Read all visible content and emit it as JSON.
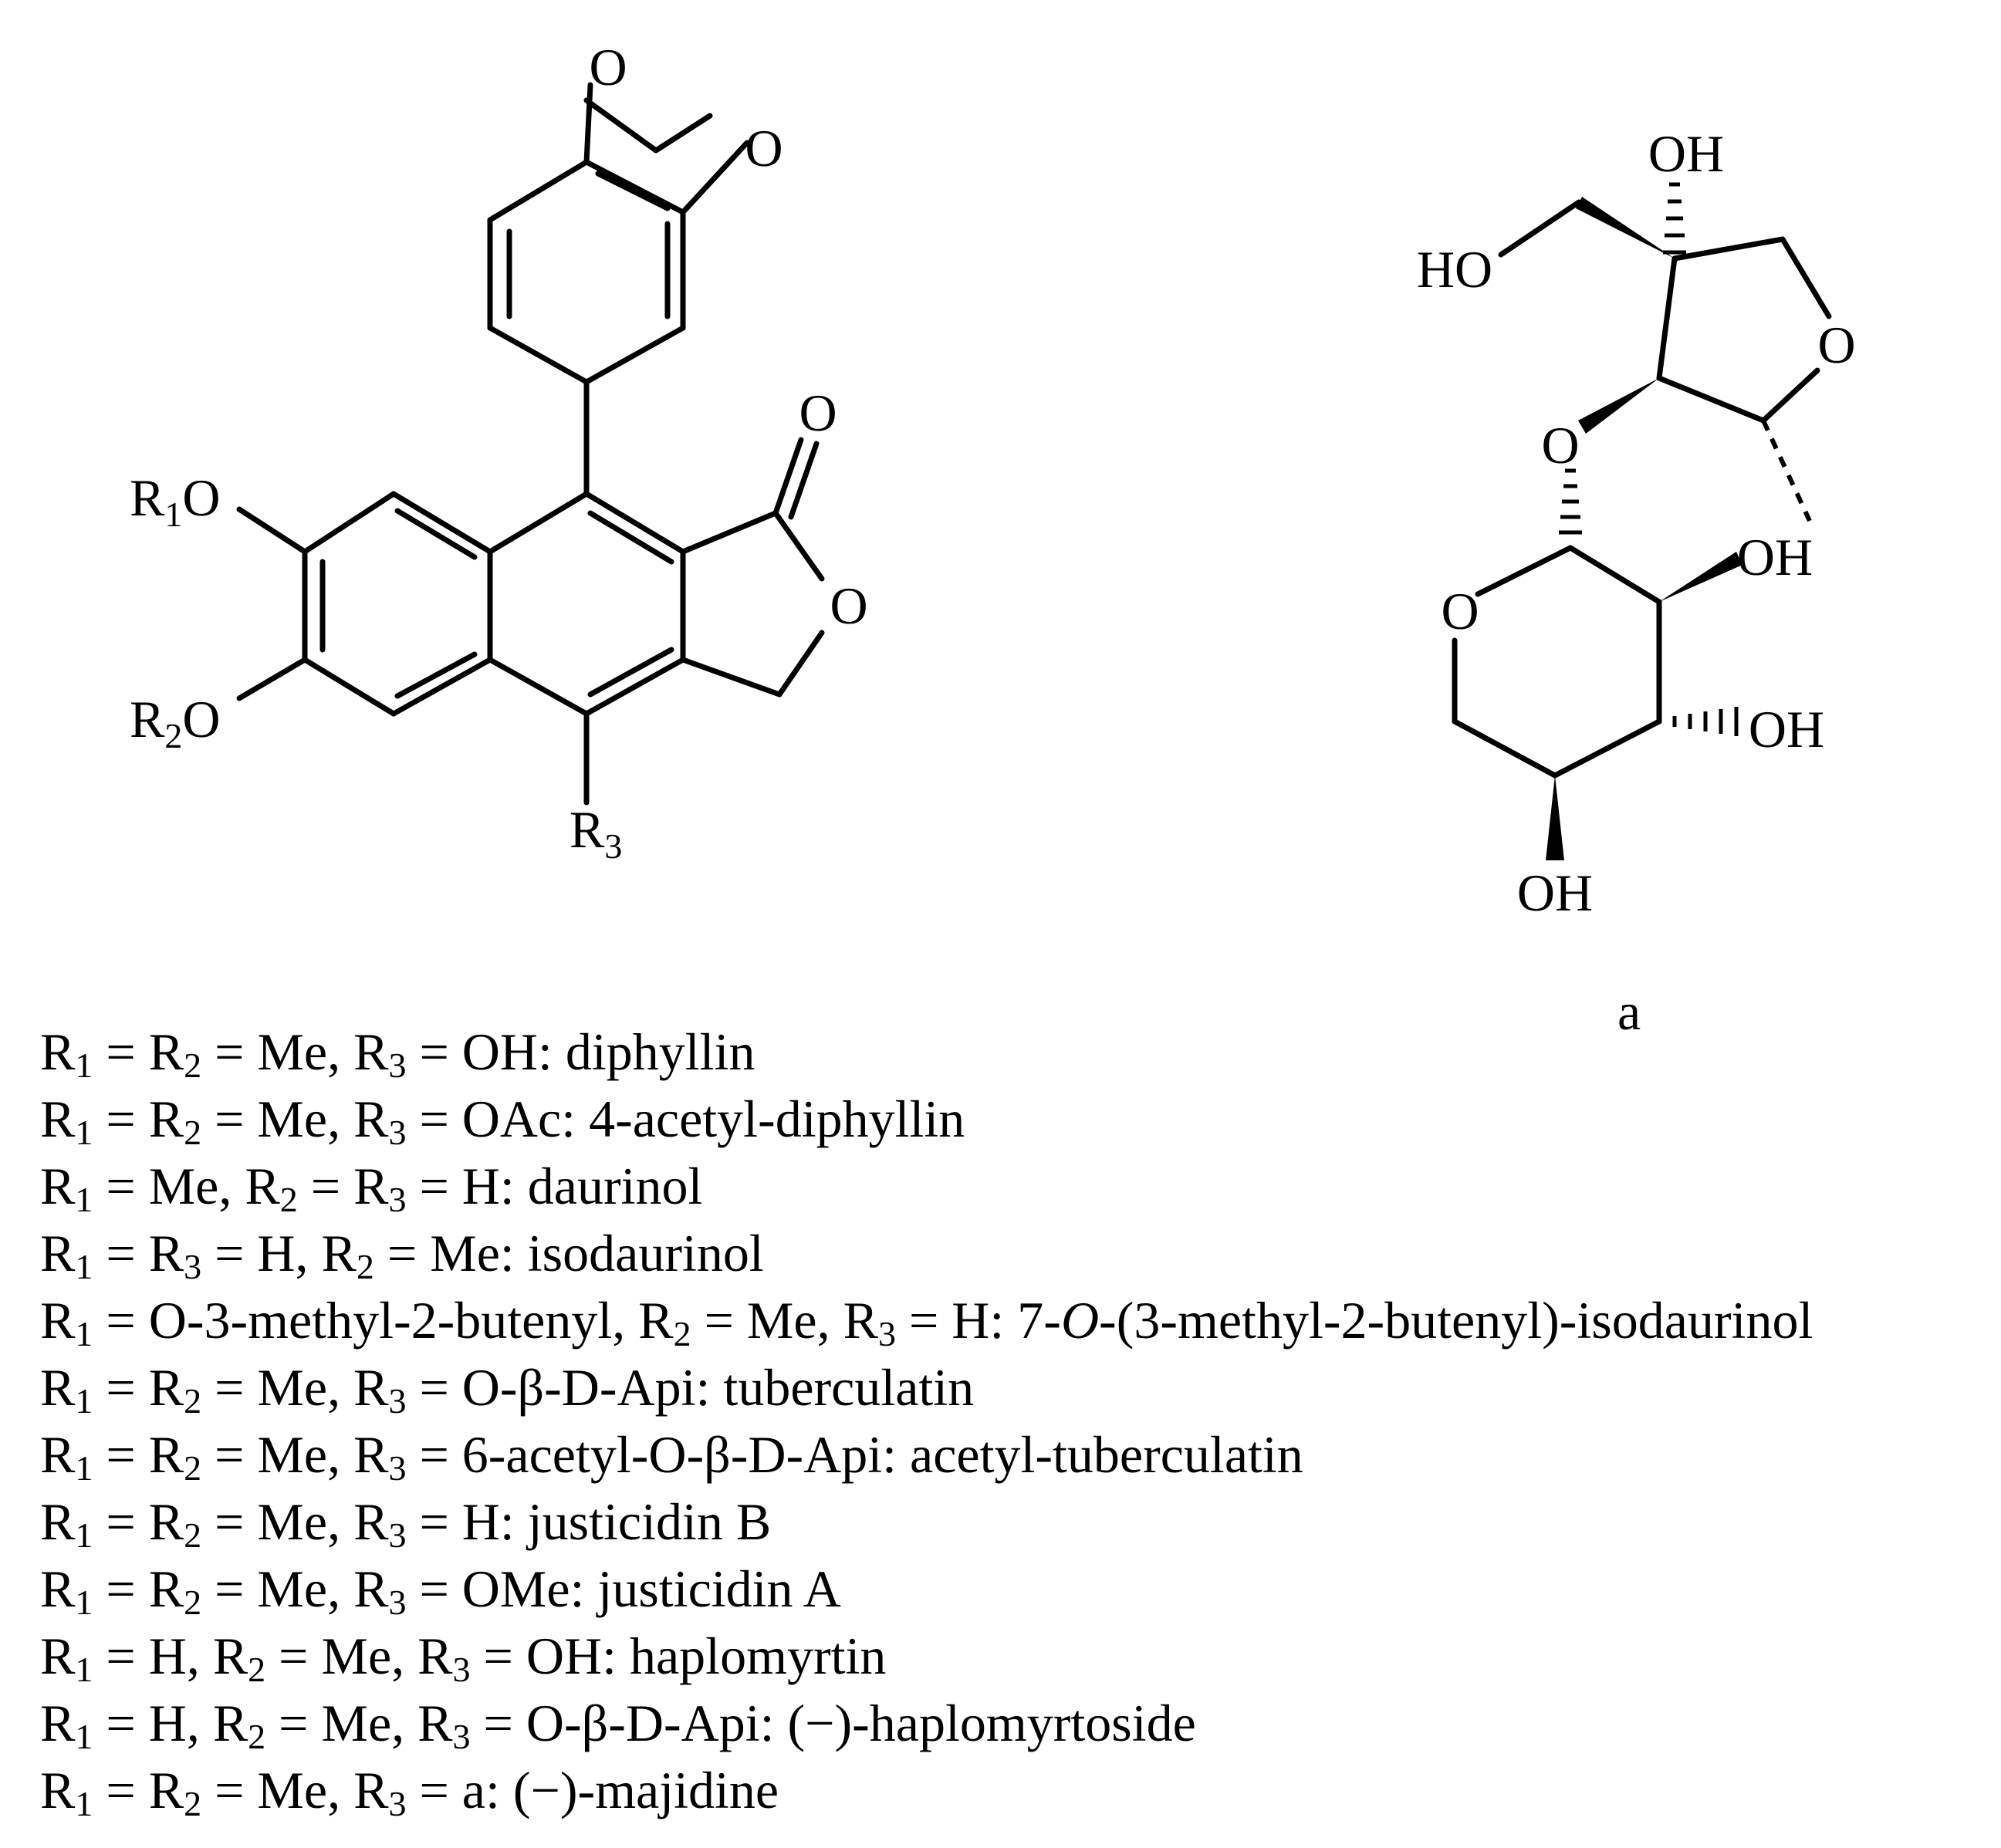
{
  "structure_main": {
    "atom_labels": {
      "O_top": "O",
      "O_right": "O",
      "O_carbonyl": "O",
      "O_lactone": "O",
      "R1O_R": "R",
      "R1O_sub": "1",
      "R1O_O": "O",
      "R2O_R": "R",
      "R2O_sub": "2",
      "R2O_O": "O",
      "R3_R": "R",
      "R3_sub": "3"
    }
  },
  "structure_a": {
    "atom_labels": {
      "OH_top": "OH",
      "HO_left": "HO",
      "O_ring5": "O",
      "O_link": "O",
      "OH_right": "OH",
      "O_ring6": "O",
      "OH_mid": "OH",
      "OH_bottom": "OH"
    },
    "caption": "a"
  },
  "legend": [
    {
      "r1": "= ",
      "r2": " = Me, R",
      "r3": " = OH: diphyllin",
      "mid": "= R",
      "form": 1
    },
    {
      "r1": "",
      "text": "R1 = R2 = Me, R3 = OAc: 4-acetyl-diphyllin"
    },
    {
      "text": "R1 = Me, R2 = R3 = H: daurinol"
    },
    {
      "text": "R1 = R3 = H, R2 = Me: isodaurinol"
    },
    {
      "text": "R1 = O-3-methyl-2-butenyl,  R2 = Me, R3 = H: 7-O-(3-methyl-2-butenyl)-isodaurinol"
    },
    {
      "text": "R1 = R2 = Me, R3 = O-β-D-Api: tuberculatin"
    },
    {
      "text": "R1 = R2 = Me, R3 = 6-acetyl-O-β-D-Api: acetyl-tuberculatin"
    },
    {
      "text": "R1 = R2 = Me, R3 = H: justicidin B"
    },
    {
      "text": "R1 = R2 = Me, R3 = OMe: justicidin A"
    },
    {
      "text": "R1 = H, R2 = Me, R3 = OH: haplomyrtin"
    },
    {
      "text": "R1 = H, R2 = Me, R3 = O-β-D-Api: (−)-haplomyrtoside"
    },
    {
      "text": "R1 = R2 = Me, R3 = a: (−)-majidine"
    }
  ],
  "legend_rows": [
    [
      {
        "t": "R"
      },
      {
        "s": "1"
      },
      {
        "t": " = R"
      },
      {
        "s": "2"
      },
      {
        "t": " = Me, R"
      },
      {
        "s": "3"
      },
      {
        "t": " = OH: diphyllin"
      }
    ],
    [
      {
        "t": "R"
      },
      {
        "s": "1"
      },
      {
        "t": " = R"
      },
      {
        "s": "2"
      },
      {
        "t": " = Me, R"
      },
      {
        "s": "3"
      },
      {
        "t": " = OAc: 4-acetyl-diphyllin"
      }
    ],
    [
      {
        "t": "R"
      },
      {
        "s": "1"
      },
      {
        "t": " = Me, R"
      },
      {
        "s": "2"
      },
      {
        "t": " = R"
      },
      {
        "s": "3"
      },
      {
        "t": " = H: daurinol"
      }
    ],
    [
      {
        "t": "R"
      },
      {
        "s": "1"
      },
      {
        "t": " = R"
      },
      {
        "s": "3"
      },
      {
        "t": " = H, R"
      },
      {
        "s": "2"
      },
      {
        "t": " = Me: isodaurinol"
      }
    ],
    [
      {
        "t": "R"
      },
      {
        "s": "1"
      },
      {
        "t": " = O-3-methyl-2-butenyl,  R"
      },
      {
        "s": "2"
      },
      {
        "t": " = Me, R"
      },
      {
        "s": "3"
      },
      {
        "t": " = H: 7-"
      },
      {
        "i": "O"
      },
      {
        "t": "-(3-methyl-2-butenyl)-isodaurinol"
      }
    ],
    [
      {
        "t": "R"
      },
      {
        "s": "1"
      },
      {
        "t": " = R"
      },
      {
        "s": "2"
      },
      {
        "t": " = Me, R"
      },
      {
        "s": "3"
      },
      {
        "t": " = O-β-D-Api: tuberculatin"
      }
    ],
    [
      {
        "t": "R"
      },
      {
        "s": "1"
      },
      {
        "t": " = R"
      },
      {
        "s": "2"
      },
      {
        "t": " = Me, R"
      },
      {
        "s": "3"
      },
      {
        "t": " = 6-acetyl-O-β-D-Api: acetyl-tuberculatin"
      }
    ],
    [
      {
        "t": "R"
      },
      {
        "s": "1"
      },
      {
        "t": " = R"
      },
      {
        "s": "2"
      },
      {
        "t": " = Me, R"
      },
      {
        "s": "3"
      },
      {
        "t": " = H: justicidin B"
      }
    ],
    [
      {
        "t": "R"
      },
      {
        "s": "1"
      },
      {
        "t": " = R"
      },
      {
        "s": "2"
      },
      {
        "t": " = Me, R"
      },
      {
        "s": "3"
      },
      {
        "t": " = OMe: justicidin A"
      }
    ],
    [
      {
        "t": "R"
      },
      {
        "s": "1"
      },
      {
        "t": " = H, R"
      },
      {
        "s": "2"
      },
      {
        "t": " = Me, R"
      },
      {
        "s": "3"
      },
      {
        "t": " = OH: haplomyrtin"
      }
    ],
    [
      {
        "t": "R"
      },
      {
        "s": "1"
      },
      {
        "t": " = H, R"
      },
      {
        "s": "2"
      },
      {
        "t": " = Me, R"
      },
      {
        "s": "3"
      },
      {
        "t": " = O-β-D-Api: (−)-haplomyrtoside"
      }
    ],
    [
      {
        "t": "R"
      },
      {
        "s": "1"
      },
      {
        "t": " = R"
      },
      {
        "s": "2"
      },
      {
        "t": " = Me, R"
      },
      {
        "s": "3"
      },
      {
        "t": " = a: (−)-majidine"
      }
    ]
  ]
}
